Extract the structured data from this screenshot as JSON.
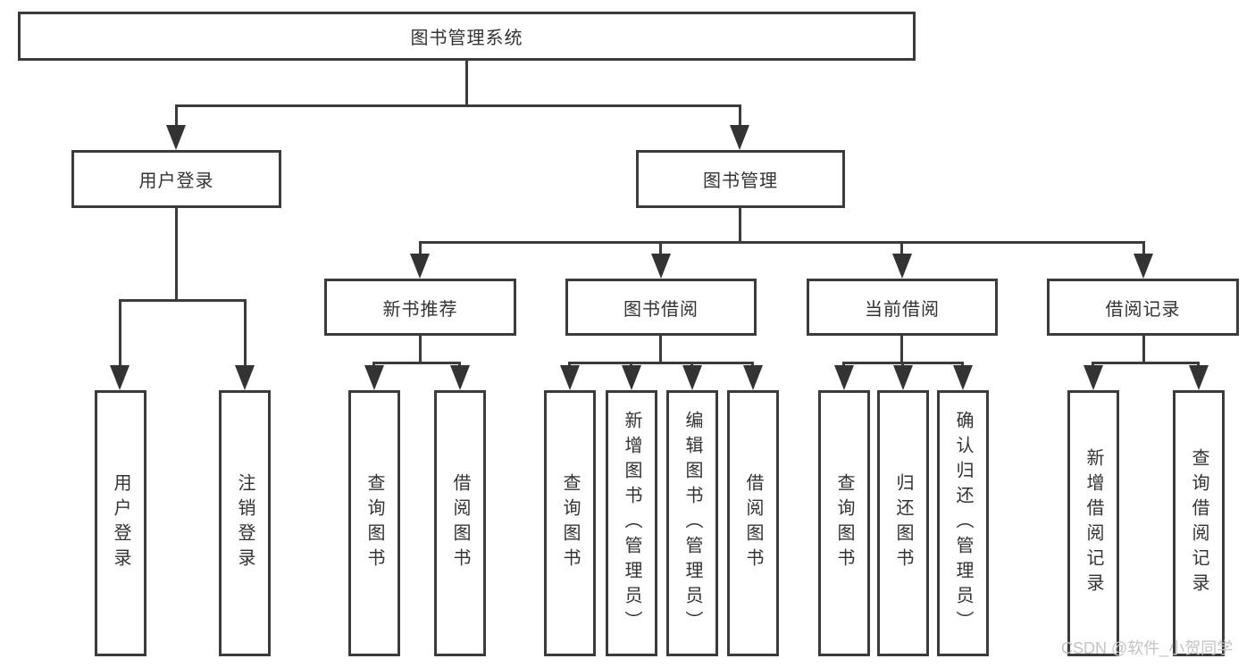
{
  "diagram": {
    "root": "图书管理系统",
    "branches": [
      {
        "label": "用户登录",
        "leaves": [
          "用户登录",
          "注销登录"
        ]
      },
      {
        "label": "图书管理",
        "groups": [
          {
            "label": "新书推荐",
            "leaves": [
              "查询图书",
              "借阅图书"
            ]
          },
          {
            "label": "图书借阅",
            "leaves": [
              "查询图书",
              "新增图书（管理员）",
              "编辑图书（管理员）",
              "借阅图书"
            ]
          },
          {
            "label": "当前借阅",
            "leaves": [
              "查询图书",
              "归还图书",
              "确认归还（管理员）"
            ]
          },
          {
            "label": "借阅记录",
            "leaves": [
              "新增借阅记录",
              "查询借阅记录"
            ]
          }
        ]
      }
    ]
  },
  "watermark": "CSDN @软件_小贺同学",
  "colors": {
    "line": "#3b3b3b",
    "text": "#333333",
    "watermark": "#c3c3c3",
    "background": "#ffffff"
  }
}
